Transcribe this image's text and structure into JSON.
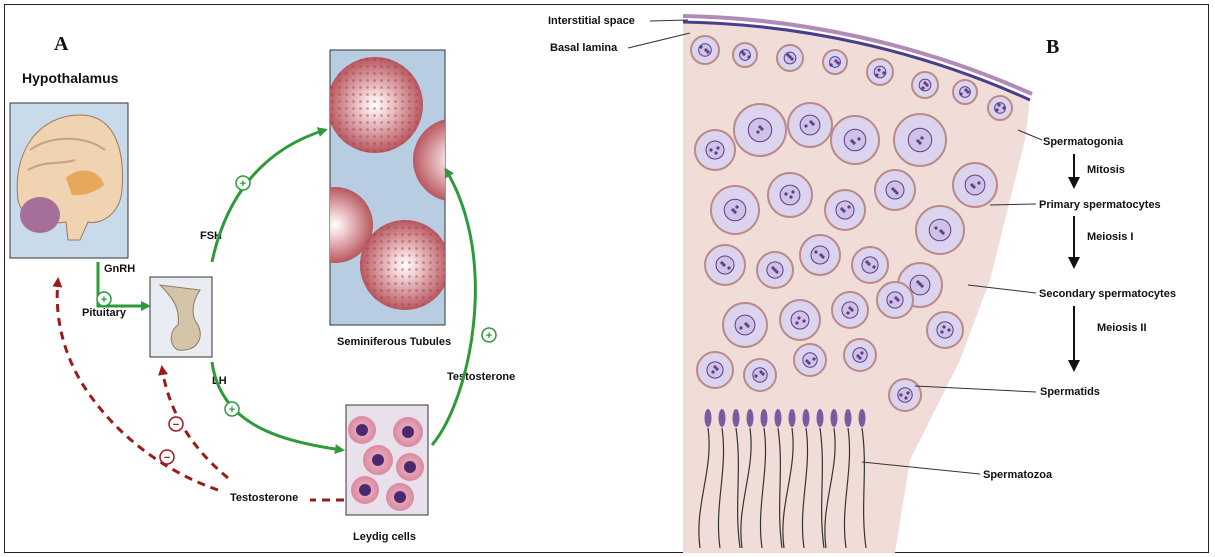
{
  "panel_a": {
    "letter": "A",
    "hypothalamus": "Hypothalamus",
    "gnrh": "GnRH",
    "pituitary": "Pituitary",
    "fsh": "FSH",
    "lh": "LH",
    "seminiferous": "Seminiferous Tubules",
    "testosterone_right": "Testosterone",
    "testosterone_bottom": "Testosterone",
    "leydig": "Leydig cells",
    "plus": "+",
    "minus": "−"
  },
  "panel_b": {
    "letter": "B",
    "interstitial": "Interstitial space",
    "basal": "Basal lamina",
    "spermatogonia": "Spermatogonia",
    "mitosis": "Mitosis",
    "primary": "Primary spermatocytes",
    "meiosis1": "Meiosis I",
    "secondary": "Secondary spermatocytes",
    "meiosis2": "Meiosis II",
    "spermatids": "Spermatids",
    "spermatozoa": "Spermatozoa"
  },
  "colors": {
    "stimulatory": "#2e9a3a",
    "inhibitory": "#9b1b1b",
    "tissue": "#f1ddd8",
    "cell_fill": "#dcd4ee",
    "cell_border": "#b98a86",
    "nucleus": "#5b3d86"
  }
}
